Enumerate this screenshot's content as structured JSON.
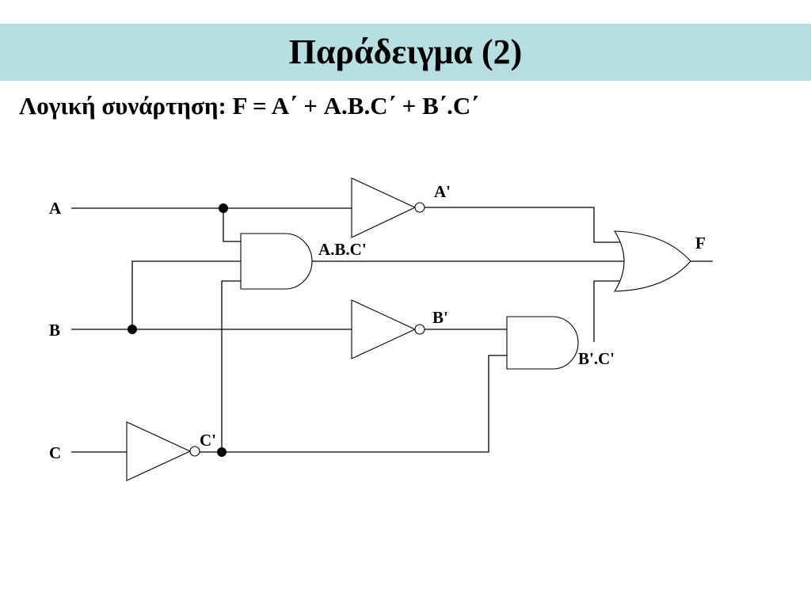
{
  "slide": {
    "title": "Παράδειγμα (2)",
    "function_line": "Λογική συνάρτηση: F = A΄ + A.B.C΄ + B΄.C΄"
  },
  "circuit": {
    "inputs": {
      "a": "A",
      "b": "B",
      "c": "C"
    },
    "signals": {
      "a_not": "A'",
      "b_not": "B'",
      "c_not": "C'",
      "and_abc": "A.B.C'",
      "and_bc": "B'.C'",
      "output": "F"
    }
  }
}
